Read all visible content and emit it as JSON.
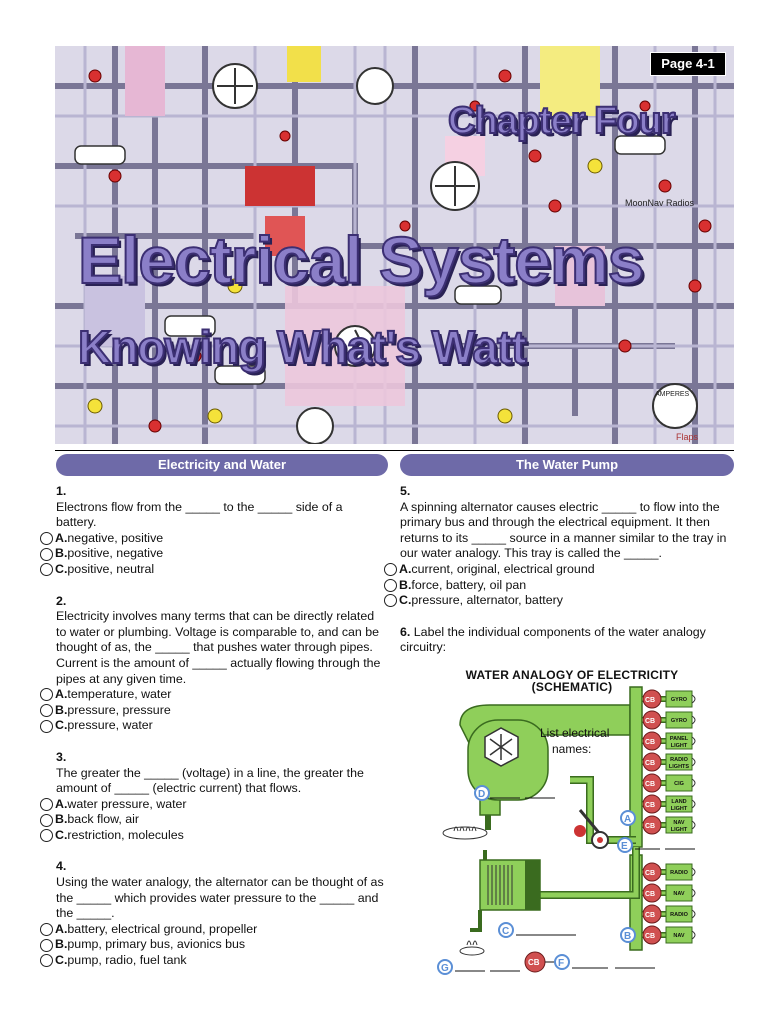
{
  "header": {
    "page_label": "Page 4-1",
    "chapter": "Chapter Four",
    "title": "Electrical Systems",
    "subtitle": "Knowing What's Watt",
    "corner_label": "Flaps"
  },
  "sections": {
    "left_title": "Electricity and Water",
    "right_title": "The Water Pump"
  },
  "questions": [
    {
      "num": "1.",
      "text": "Electrons flow from the _____ to the _____ side of a battery.",
      "options": [
        {
          "letter": "A.",
          "text": " negative, positive"
        },
        {
          "letter": "B.",
          "text": " positive, negative"
        },
        {
          "letter": "C.",
          "text": " positive, neutral"
        }
      ]
    },
    {
      "num": "2.",
      "text": "Electricity involves many terms that can be directly related to water or plumbing. Voltage is comparable to, and can be thought of as, the _____ that pushes water through pipes. Current is the amount of _____ actually flowing through the pipes at any given time.",
      "options": [
        {
          "letter": "A.",
          "text": " temperature, water"
        },
        {
          "letter": "B.",
          "text": " pressure, pressure"
        },
        {
          "letter": "C.",
          "text": " pressure, water"
        }
      ]
    },
    {
      "num": "3.",
      "text": "The greater the _____ (voltage) in a line, the greater the amount of _____ (electric current) that flows.",
      "options": [
        {
          "letter": "A.",
          "text": " water pressure, water"
        },
        {
          "letter": "B.",
          "text": " back flow, air"
        },
        {
          "letter": "C.",
          "text": " restriction, molecules"
        }
      ]
    },
    {
      "num": "4.",
      "text": "Using the water analogy, the alternator can be thought of as the _____ which provides water pressure to the _____ and the _____.",
      "options": [
        {
          "letter": "A.",
          "text": " battery, electrical ground, propeller"
        },
        {
          "letter": "B.",
          "text": " pump, primary bus, avionics bus"
        },
        {
          "letter": "C.",
          "text": " pump, radio, fuel tank"
        }
      ]
    },
    {
      "num": "5.",
      "text": "A spinning alternator causes electric _____ to flow into the primary bus and through the electrical equipment. It then returns to its _____ source in a manner similar to the tray in our water analogy. This tray is called the _____.",
      "options": [
        {
          "letter": "A.",
          "text": " current, original, electrical ground"
        },
        {
          "letter": "B.",
          "text": " force, battery, oil pan"
        },
        {
          "letter": "C.",
          "text": " pressure, alternator, battery"
        }
      ]
    }
  ],
  "q6": {
    "num": "6.",
    "text": " Label the individual components of the water analogy circuitry:"
  },
  "diagram": {
    "title_line1": "WATER ANALOGY OF ELECTRICITY",
    "title_line2": "(SCHEMATIC)",
    "note_line1": "List electrical",
    "note_line2": "names:",
    "cb": "CB",
    "loads_top": [
      "GYRO",
      "GYRO",
      "PANEL LIGHT",
      "RADIO LIGHTS",
      "CIG",
      "LAND LIGHT",
      "NAV LIGHT"
    ],
    "loads_bottom": [
      "RADIO",
      "NAV",
      "RADIO",
      "NAV"
    ],
    "labels": {
      "a": "A",
      "b": "B",
      "c": "C",
      "d": "D",
      "e": "E",
      "f": "F",
      "g": "G"
    },
    "colors": {
      "pipe": "#8fcf5a",
      "pipe_dark": "#3a6b1f",
      "cb": "#d05050",
      "marker": "#5b8fd6"
    }
  }
}
